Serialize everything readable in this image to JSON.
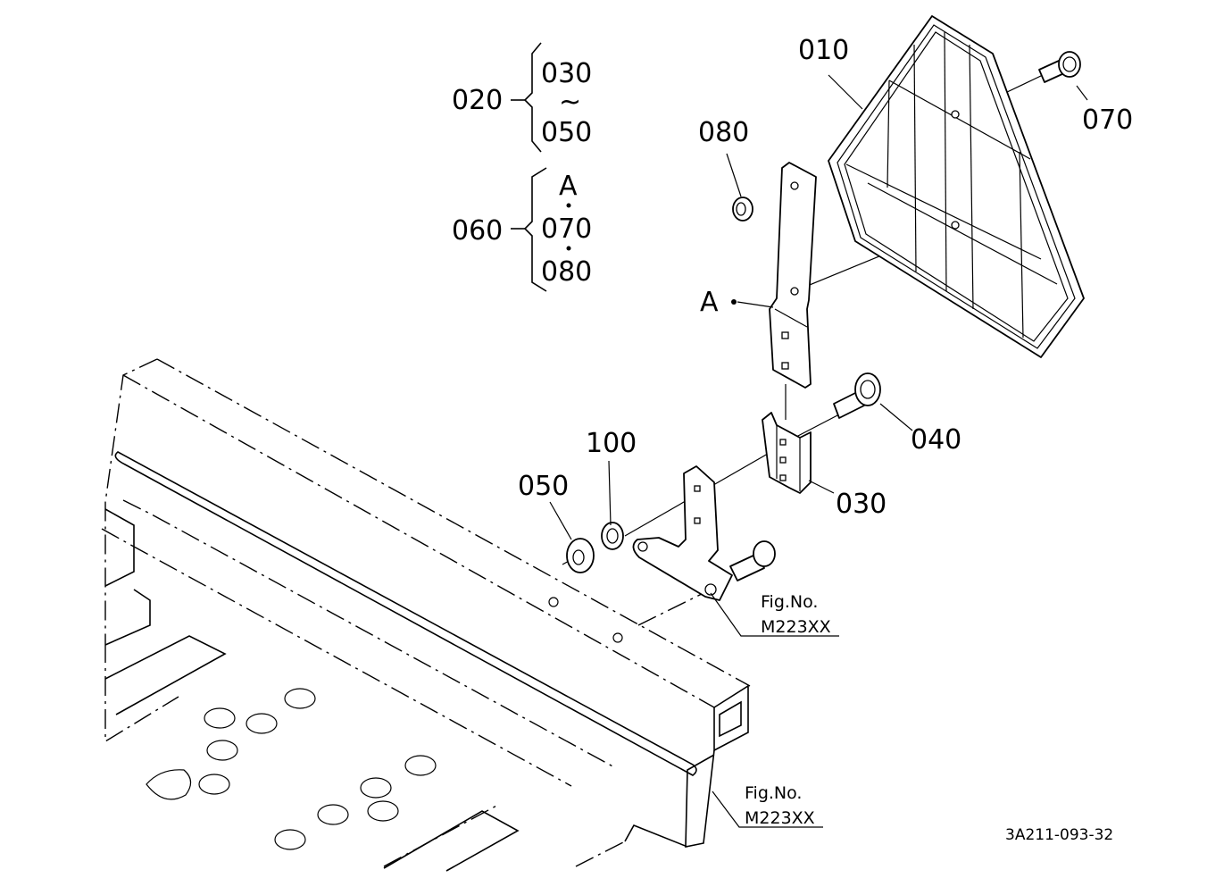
{
  "labels": {
    "p010": "010",
    "p020": "020",
    "p030_range": "030",
    "tilde": "~",
    "p050_range": "050",
    "p060": "060",
    "set_a": "A",
    "set_070": "070",
    "set_080": "080",
    "p070": "070",
    "p080": "080",
    "a_marker": "A",
    "p040": "040",
    "p100": "100",
    "p050": "050",
    "p030": "030"
  },
  "refs": {
    "ref1_line1": "Fig.No.",
    "ref1_line2": "M223XX",
    "ref2_line1": "Fig.No.",
    "ref2_line2": "M223XX"
  },
  "document_number": "3A211-093-32"
}
